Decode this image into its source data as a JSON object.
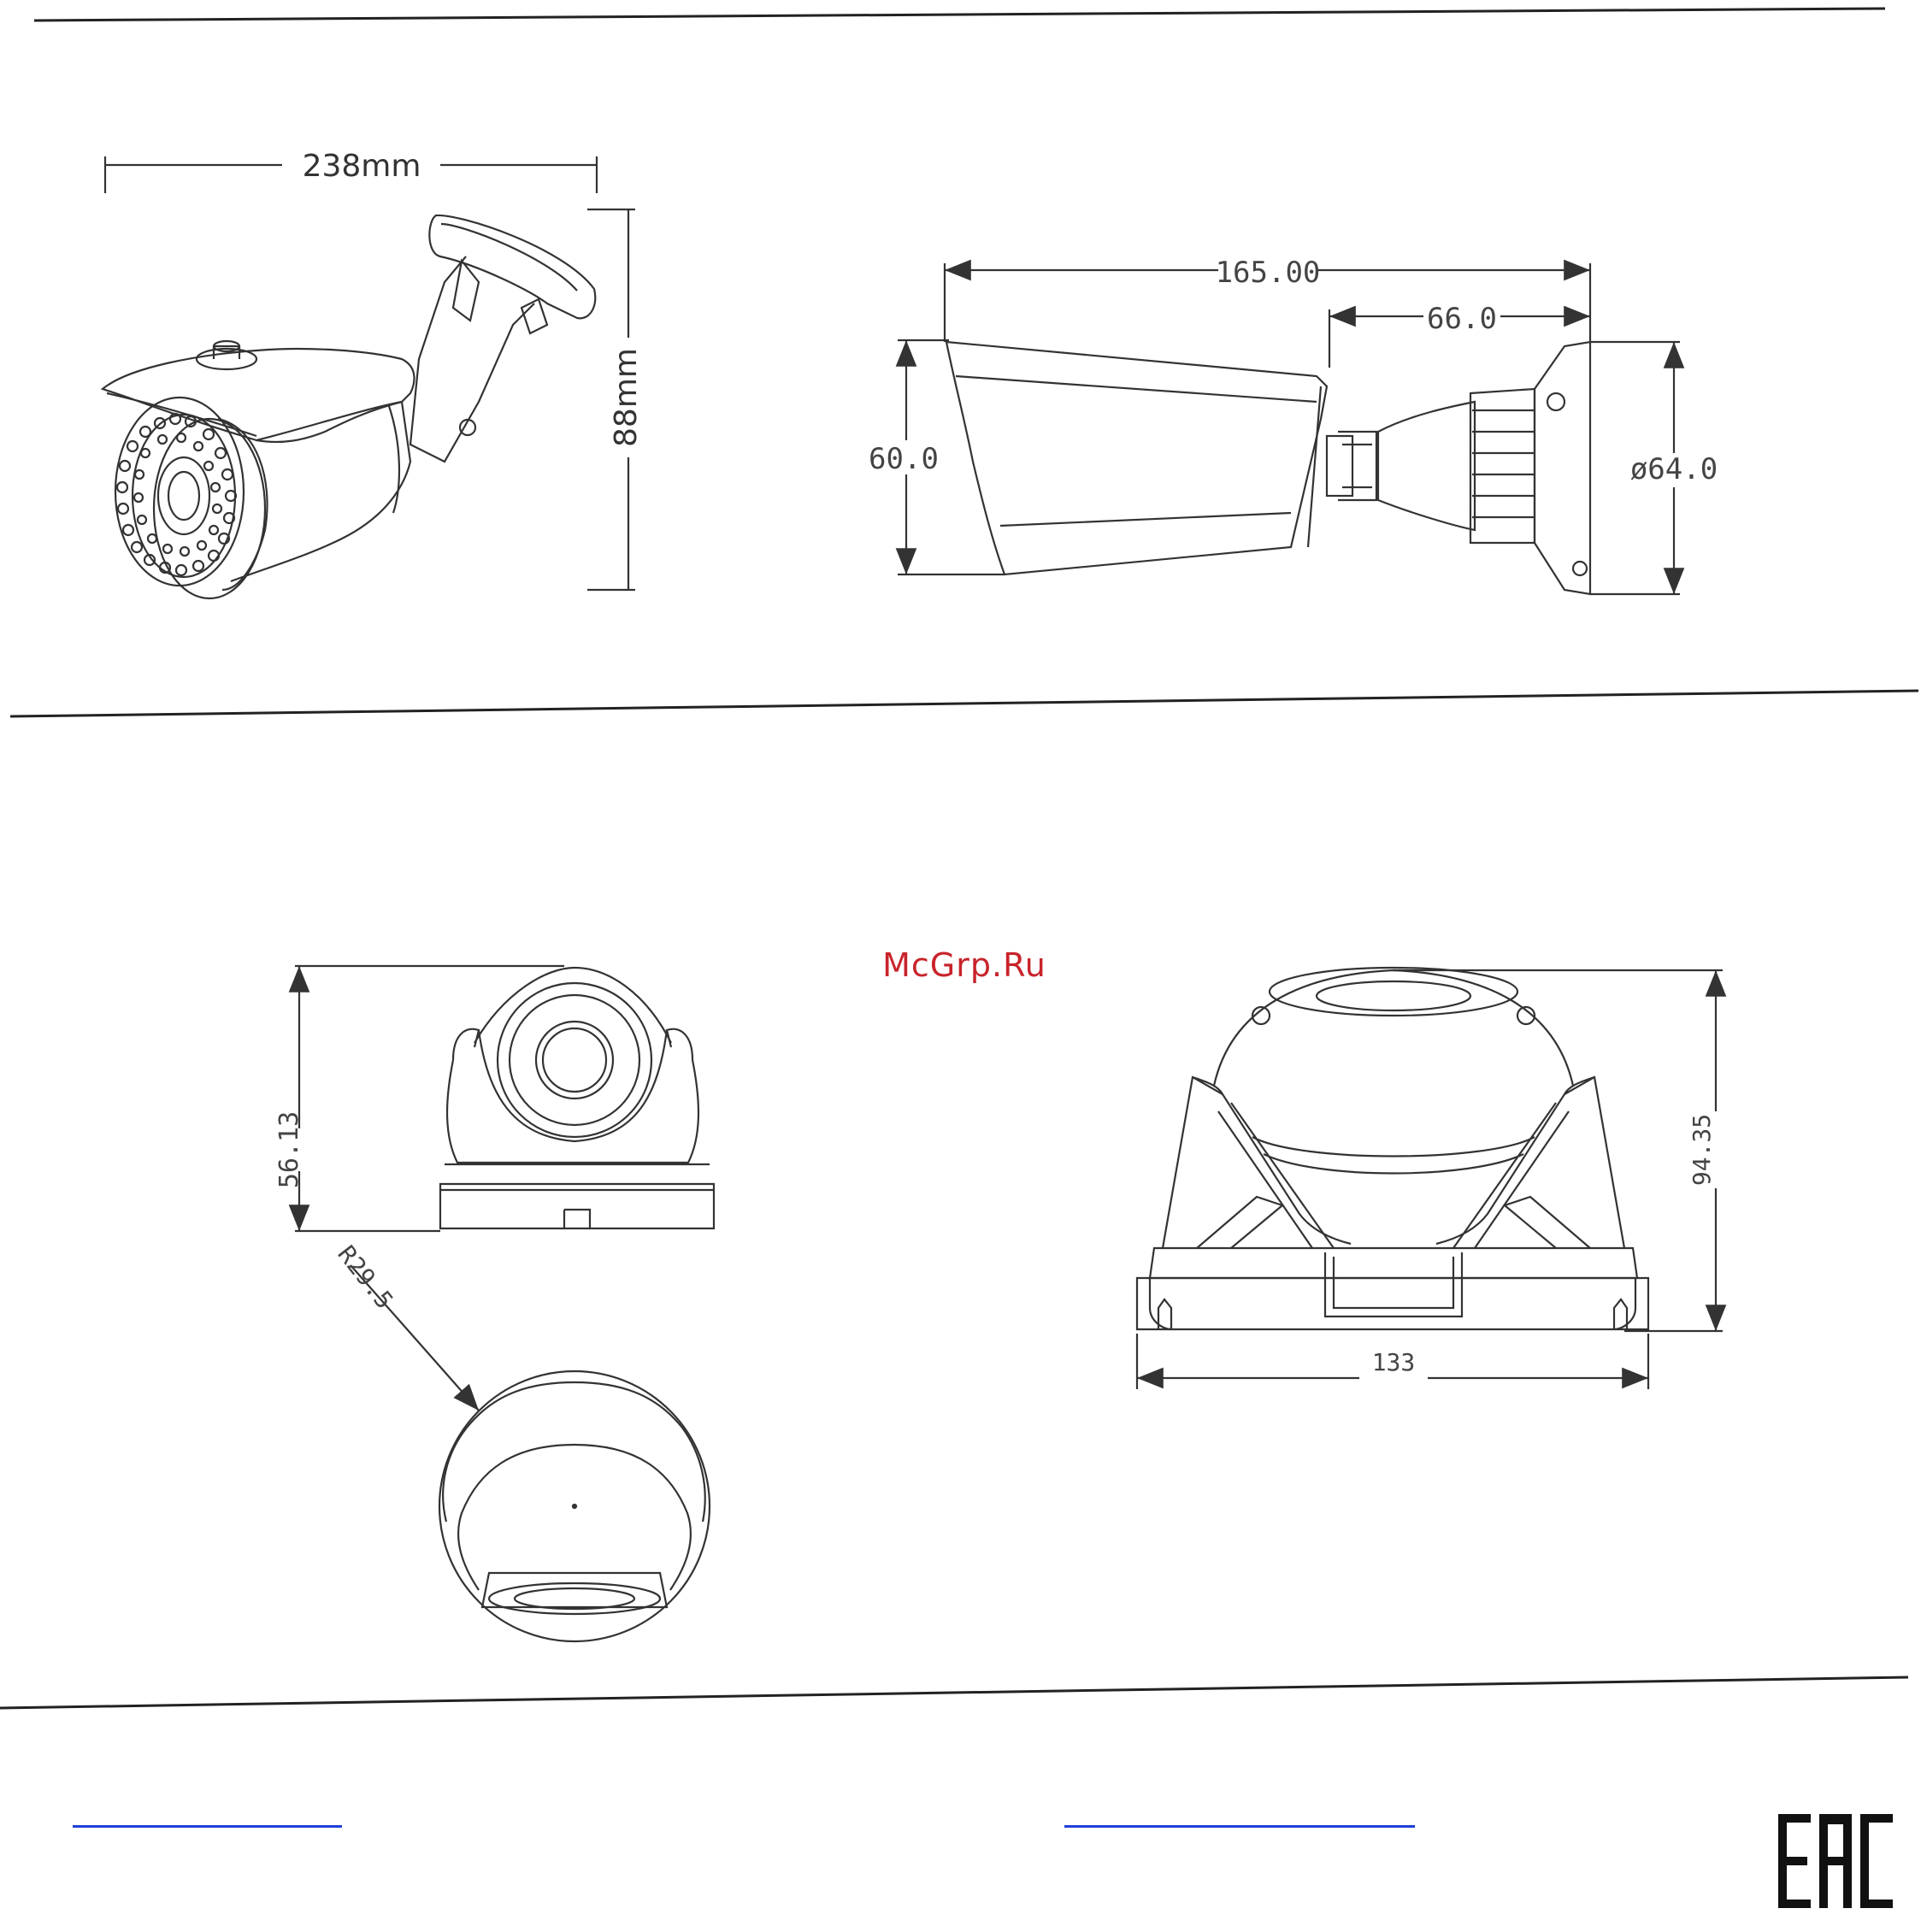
{
  "bullet": {
    "width_label": "238mm",
    "height_label": "88mm",
    "body_length_label": "165.00",
    "mount_length_label": "66.0",
    "body_height_label": "60.0",
    "base_diameter_label": "ø64.0"
  },
  "dome": {
    "height_label": "56.13",
    "radius_label": "R29.5",
    "side_height_label": "94.35",
    "side_width_label": "133"
  },
  "watermark": "McGrp.Ru",
  "certification_mark": "EAC"
}
